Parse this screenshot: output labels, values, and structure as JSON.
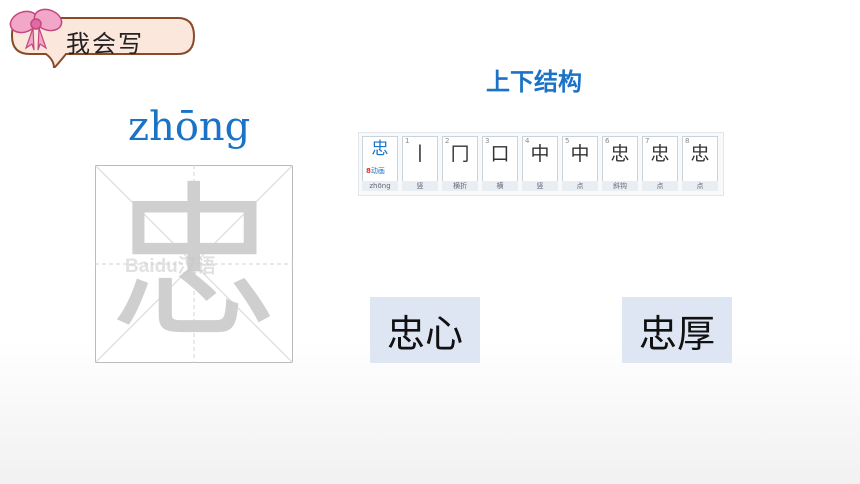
{
  "title": "我会写",
  "structure": "上下结构",
  "pinyin": "zhōng",
  "character": "忠",
  "watermark": "Baidu汉语",
  "stroke_order": {
    "header": {
      "char": "忠",
      "count": "8",
      "anim_label": "动画",
      "pinyin": "zhōng"
    },
    "steps": [
      {
        "num": "1",
        "glyph": "丨",
        "label": "竖"
      },
      {
        "num": "2",
        "glyph": "冂",
        "label": "横折"
      },
      {
        "num": "3",
        "glyph": "口",
        "label": "横"
      },
      {
        "num": "4",
        "glyph": "中",
        "label": "竖"
      },
      {
        "num": "5",
        "glyph": "中",
        "label": "点"
      },
      {
        "num": "6",
        "glyph": "忠",
        "label": "斜钩"
      },
      {
        "num": "7",
        "glyph": "忠",
        "label": "点"
      },
      {
        "num": "8",
        "glyph": "忠",
        "label": "点"
      }
    ]
  },
  "words": [
    "忠心",
    "忠厚"
  ],
  "colors": {
    "accent": "#1a73c7",
    "badge": "#fbe7dc",
    "word_bg": "#dfe6f3"
  }
}
